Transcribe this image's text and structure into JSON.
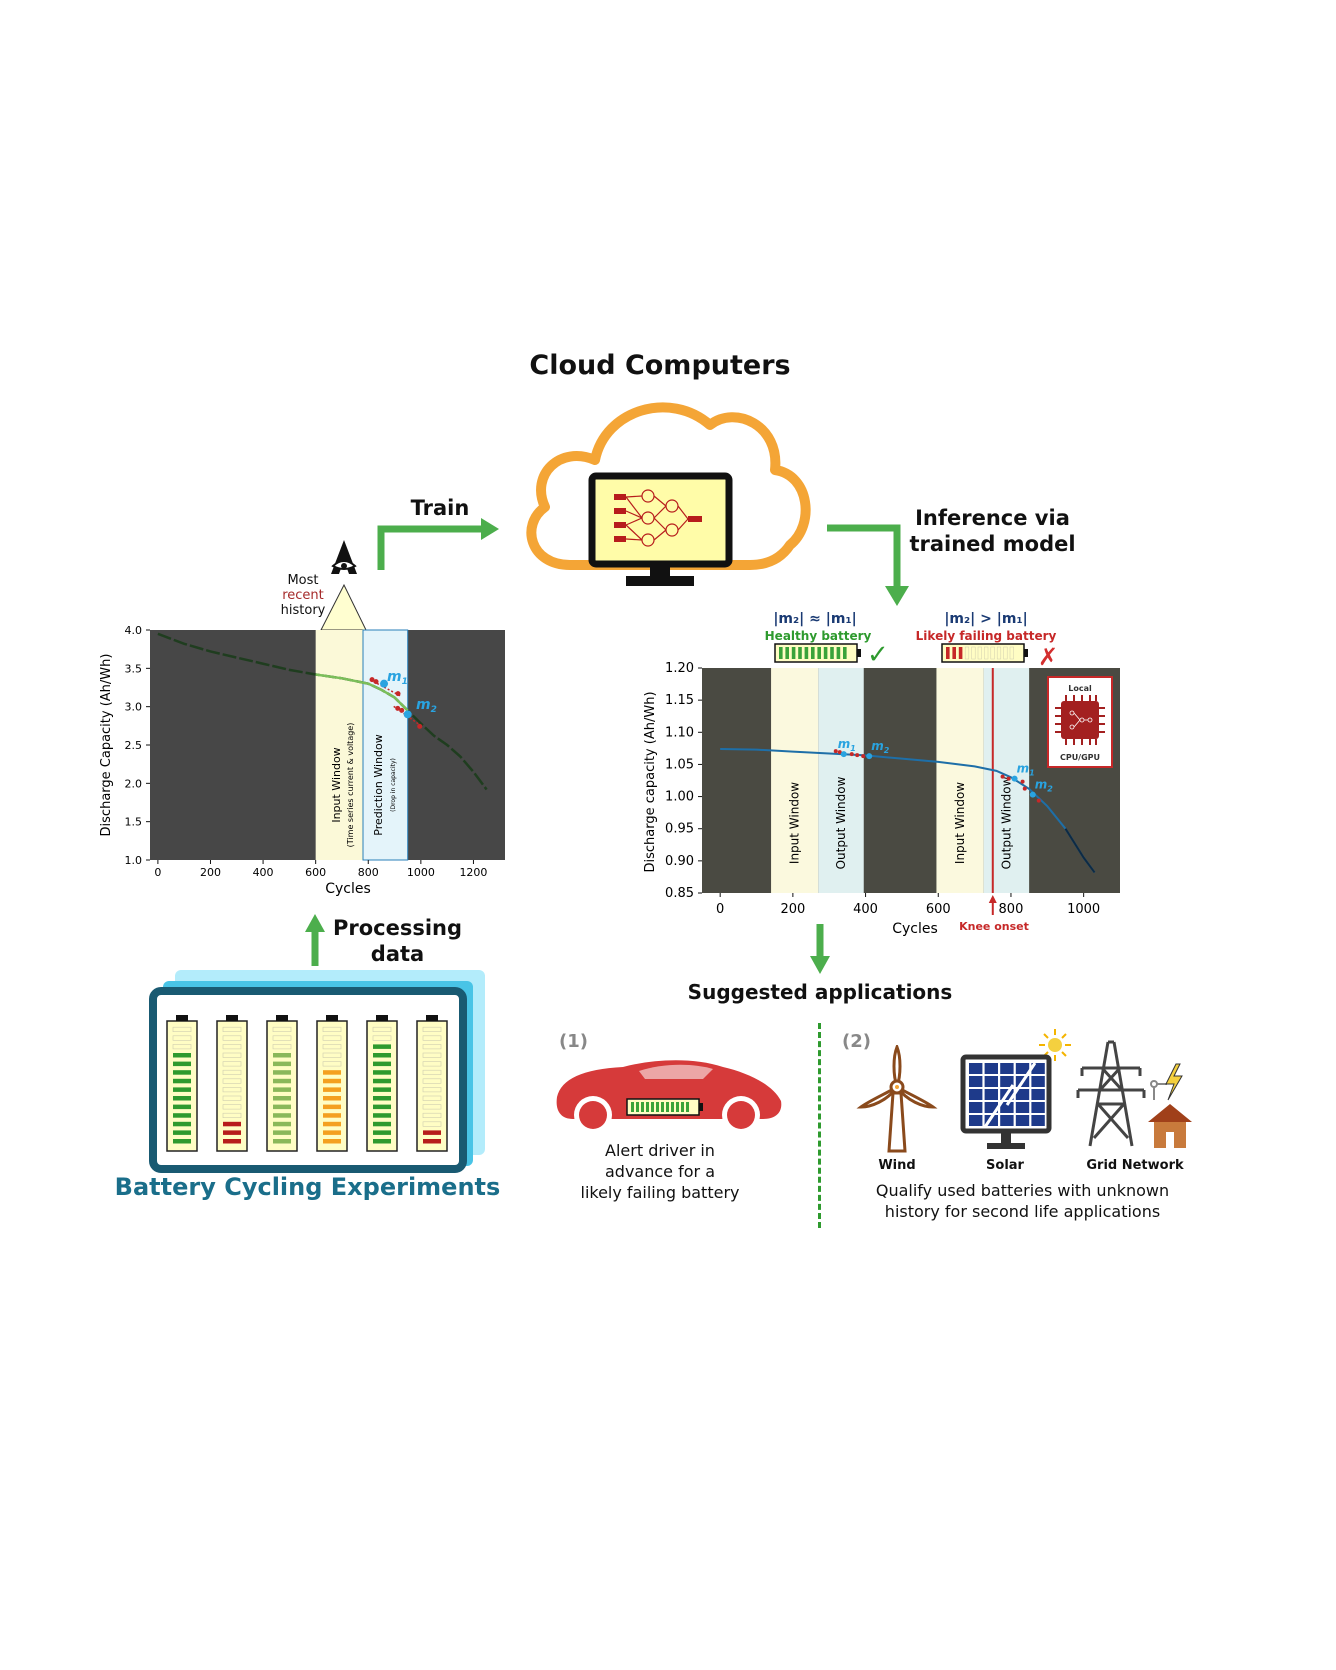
{
  "cloud": {
    "title": "Cloud Computers"
  },
  "train": {
    "label": "Train"
  },
  "inference": {
    "line1": "Inference via",
    "line2": "trained model"
  },
  "processing": {
    "line1": "Processing",
    "line2": "data"
  },
  "eye": {
    "line1": "Most",
    "line2": "recent",
    "line3": "history"
  },
  "experiments": {
    "title": "Battery Cycling Experiments"
  },
  "left_chart": {
    "ylabel": "Discharge Capacity (Ah/Wh)",
    "xlabel": "Cycles",
    "input_window": "Input Window",
    "input_window_sub": "(Time series current & voltage)",
    "prediction_window": "Prediction Window",
    "prediction_window_sub": "(Drop in capacity)",
    "m1": "m",
    "m1_sub": "1",
    "m2": "m",
    "m2_sub": "2"
  },
  "right_chart": {
    "ylabel": "Discharge capacity (Ah/Wh)",
    "xlabel": "Cycles",
    "knee": "Knee onset",
    "input_window": "Input Window",
    "output_window": "Output Window",
    "healthy_formula": "|m₂| ≈ |m₁|",
    "healthy_label": "Healthy battery",
    "failing_formula": "|m₂| > |m₁|",
    "failing_label": "Likely failing battery",
    "local_top": "Local",
    "local_bottom": "CPU/GPU"
  },
  "applications": {
    "title": "Suggested applications",
    "n1": "(1)",
    "n2": "(2)",
    "alert_line1": "Alert driver in",
    "alert_line2": "advance for a",
    "alert_line3": "likely failing battery",
    "wind": "Wind",
    "solar": "Solar",
    "grid": "Grid Network",
    "qualify_line1": "Qualify used batteries with unknown",
    "qualify_line2": "history for second life applications"
  },
  "chart_data": [
    {
      "type": "line",
      "xlabel": "Cycles",
      "ylabel": "Discharge Capacity (Ah/Wh)",
      "xlim": [
        -30,
        1320
      ],
      "ylim": [
        1.0,
        4.0
      ],
      "xticks": [
        0,
        200,
        400,
        600,
        800,
        1000,
        1200
      ],
      "yticks": [
        1.0,
        1.5,
        2.0,
        2.5,
        3.0,
        3.5,
        4.0
      ],
      "series": [
        {
          "x": [
            0,
            100,
            200,
            300,
            400,
            500,
            600,
            700,
            800,
            850,
            900,
            950,
            1000,
            1050,
            1100,
            1150,
            1200,
            1250
          ],
          "values": [
            3.95,
            3.82,
            3.72,
            3.64,
            3.56,
            3.48,
            3.42,
            3.37,
            3.3,
            3.22,
            3.12,
            2.95,
            2.78,
            2.62,
            2.5,
            2.35,
            2.15,
            1.92
          ]
        }
      ],
      "points": {
        "m1": [
          860,
          3.3
        ],
        "m2": [
          950,
          2.9
        ]
      },
      "input_window": [
        600,
        780
      ],
      "prediction_window": [
        780,
        950
      ]
    },
    {
      "type": "line",
      "xlabel": "Cycles",
      "ylabel": "Discharge capacity (Ah/Wh)",
      "xlim": [
        -50,
        1100
      ],
      "ylim": [
        0.85,
        1.2
      ],
      "xticks": [
        0,
        200,
        400,
        600,
        800,
        1000
      ],
      "yticks": [
        0.85,
        0.9,
        0.95,
        1.0,
        1.05,
        1.1,
        1.15,
        1.2
      ],
      "series": [
        {
          "x": [
            0,
            100,
            200,
            300,
            400,
            500,
            600,
            700,
            760,
            800,
            850,
            900,
            950,
            1000,
            1030
          ],
          "values": [
            1.074,
            1.073,
            1.07,
            1.067,
            1.064,
            1.059,
            1.054,
            1.047,
            1.04,
            1.03,
            1.012,
            0.985,
            0.95,
            0.905,
            0.882
          ]
        }
      ],
      "input_windows": [
        [
          140,
          270
        ],
        [
          595,
          725
        ]
      ],
      "output_windows": [
        [
          270,
          395
        ],
        [
          725,
          850
        ]
      ],
      "knee_onset": 750,
      "points": {
        "healthy_m1": [
          340,
          1.066
        ],
        "healthy_m2": [
          410,
          1.063
        ],
        "failing_m1": [
          810,
          1.028
        ],
        "failing_m2": [
          860,
          1.003
        ]
      }
    }
  ]
}
